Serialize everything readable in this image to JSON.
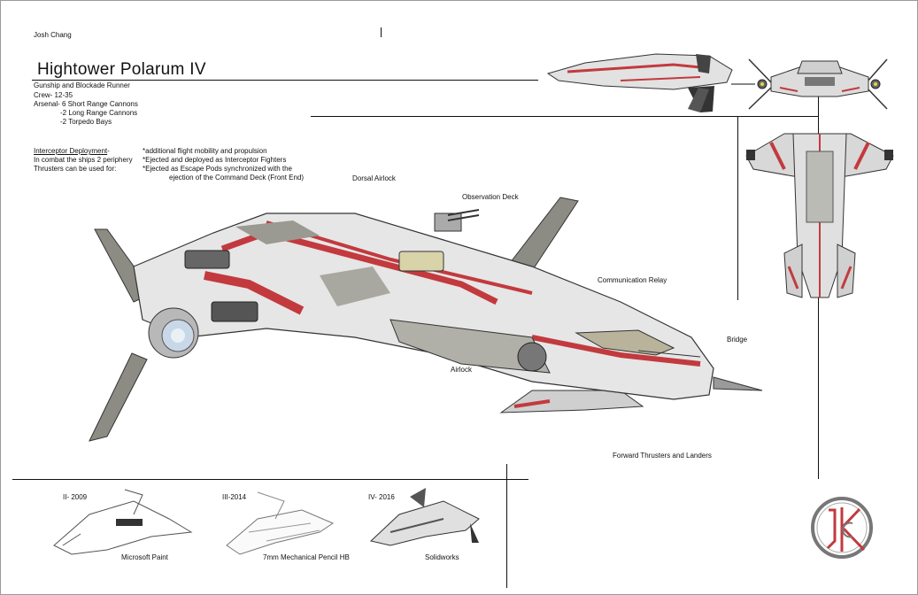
{
  "author": "Josh Chang",
  "title": "Hightower Polarum IV",
  "specs": {
    "role": "Gunship and Blockade Runner",
    "crew": "Crew- 12-35",
    "arsenal": [
      "Arsenal- 6 Short Range Cannons",
      "-2 Long Range Cannons",
      "-2 Torpedo Bays"
    ]
  },
  "interceptor": {
    "heading": "Interceptor Deployment",
    "heading_suffix": "-",
    "left_lines": [
      "In combat the ships 2 periphery",
      "Thrusters can be used for:"
    ],
    "right_lines": [
      "*additional flight mobility and propulsion",
      "*Ejected and deployed as Interceptor Fighters",
      "*Ejected as Escape Pods synchronized with the",
      "ejection of the Command Deck (Front End)"
    ]
  },
  "labels": {
    "dorsal_airlock": "Dorsal Airlock",
    "observation_deck": "Observation Deck",
    "communication_relay": "Communication Relay",
    "bridge": "Bridge",
    "airlock": "Airlock",
    "forward_thrusters": "Forward Thrusters and Landers"
  },
  "history": [
    {
      "version": "II- 2009",
      "medium": "Microsoft Paint"
    },
    {
      "version": "III-2014",
      "medium": "7mm Mechanical Pencil HB"
    },
    {
      "version": "IV- 2016",
      "medium": "Solidworks"
    }
  ],
  "colors": {
    "hull": "#e4e4e4",
    "stripe": "#c23a3e",
    "panel": "#8c8c84",
    "outline": "#333333"
  }
}
